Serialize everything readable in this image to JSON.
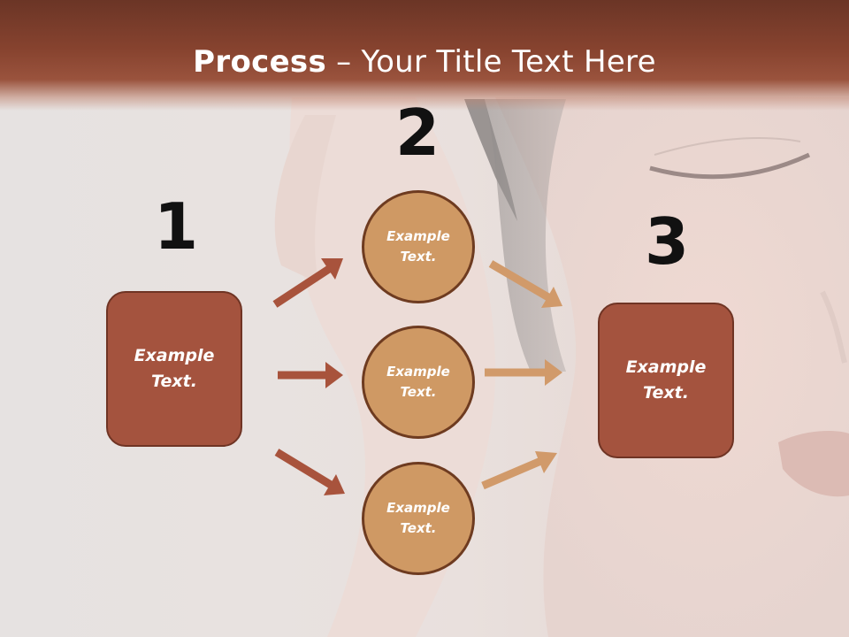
{
  "title": {
    "bold": "Process",
    "rest": " – Your Title Text Here"
  },
  "steps": [
    "1",
    "2",
    "3"
  ],
  "left_box": "Example Text.",
  "circles": [
    "Example Text.",
    "Example Text.",
    "Example Text."
  ],
  "right_box": "Example Text.",
  "colors": {
    "title_bar": "#8a4530",
    "box_fill": "#a4533e",
    "circle_fill": "#cf9964",
    "arrow_left": "#a8533c",
    "arrow_right": "#cf9964"
  }
}
